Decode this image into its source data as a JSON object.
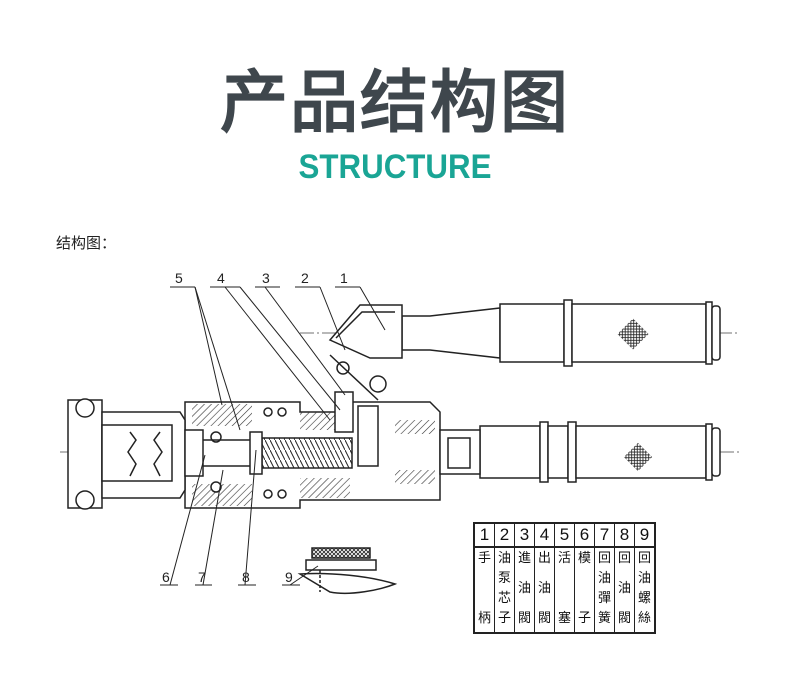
{
  "header": {
    "title_cn": "产品结构图",
    "title_en": "STRUCTURE",
    "title_cn_color": "#3f474d",
    "title_en_color": "#1aa595"
  },
  "section": {
    "label": "结构图："
  },
  "diagram": {
    "callouts_top": [
      "5",
      "4",
      "3",
      "2",
      "1"
    ],
    "callouts_bottom": [
      "6",
      "7",
      "8",
      "9"
    ]
  },
  "legend": {
    "numbers": [
      "1",
      "2",
      "3",
      "4",
      "5",
      "6",
      "7",
      "8",
      "9"
    ],
    "parts": [
      {
        "id": "1",
        "chars": [
          "手",
          "柄"
        ],
        "name": "手柄"
      },
      {
        "id": "2",
        "chars": [
          "油",
          "泵",
          "芯",
          "子"
        ],
        "name": "油泵芯子"
      },
      {
        "id": "3",
        "chars": [
          "進",
          "油",
          "閥"
        ],
        "name": "進油閥"
      },
      {
        "id": "4",
        "chars": [
          "出",
          "油",
          "閥"
        ],
        "name": "出油閥"
      },
      {
        "id": "5",
        "chars": [
          "活",
          "塞"
        ],
        "name": "活塞"
      },
      {
        "id": "6",
        "chars": [
          "模",
          "子"
        ],
        "name": "模子"
      },
      {
        "id": "7",
        "chars": [
          "回",
          "油",
          "彈",
          "簧"
        ],
        "name": "回油彈簧"
      },
      {
        "id": "8",
        "chars": [
          "回",
          "油",
          "閥"
        ],
        "name": "回油閥"
      },
      {
        "id": "9",
        "chars": [
          "回",
          "油",
          "螺",
          "絲"
        ],
        "name": "回油螺絲"
      }
    ]
  }
}
